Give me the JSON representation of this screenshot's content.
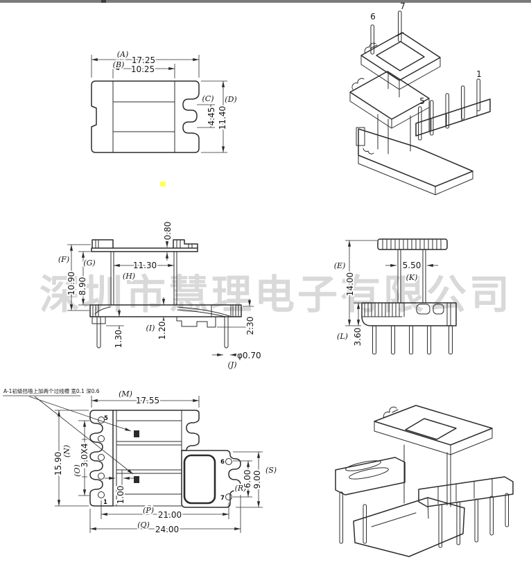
{
  "watermark": {
    "text": "深圳市慧理电子有限公司"
  },
  "annotation": {
    "text": "A-1初级挡墙上加两个过线槽  宽0.1  深0.6"
  },
  "front_view": {
    "dim_a_label": "(A)",
    "dim_a": "17.25",
    "dim_b_label": "(B)",
    "dim_b": "10.25",
    "dim_c_label": "(C)",
    "dim_c": "4.45",
    "dim_d_label": "(D)",
    "dim_d": "11.40"
  },
  "side_view": {
    "dim_flange": "0.80",
    "dim_f_label": "(F)",
    "dim_f": "10.90",
    "dim_g_label": "(G)",
    "dim_g": "8.90",
    "dim_h_label": "(H)",
    "dim_h": "11.30",
    "dim_foot": "1.30",
    "dim_i_label": "(I)",
    "dim_i": "1.20",
    "dim_bracket": "2.30",
    "dim_j_label": "(J)",
    "dim_j": "φ0.70"
  },
  "end_view": {
    "dim_e_label": "(E)",
    "dim_e": "14.00",
    "dim_k_label": "(K)",
    "dim_k": "5.50",
    "dim_l_label": "(L)",
    "dim_l": "3.60"
  },
  "top_view": {
    "dim_m_label": "(M)",
    "dim_m": "17.55",
    "dim_n_label": "(N)",
    "dim_n": "15.90",
    "dim_o_label": "(O)",
    "dim_o": "3.0X4",
    "dim_wall": "1.00",
    "dim_p_label": "(P)",
    "dim_p": "21.00",
    "dim_q_label": "(Q)",
    "dim_q": "24.00",
    "dim_r_label": "(R)",
    "dim_r": "6.00",
    "dim_s_label": "(S)",
    "dim_s": "9.00",
    "pins": {
      "p5": "5",
      "p1": "1",
      "p6": "6",
      "p7": "7"
    }
  },
  "iso_top": {
    "pin6": "6",
    "pin7": "7",
    "pin1": "1",
    "pin5": "5"
  }
}
